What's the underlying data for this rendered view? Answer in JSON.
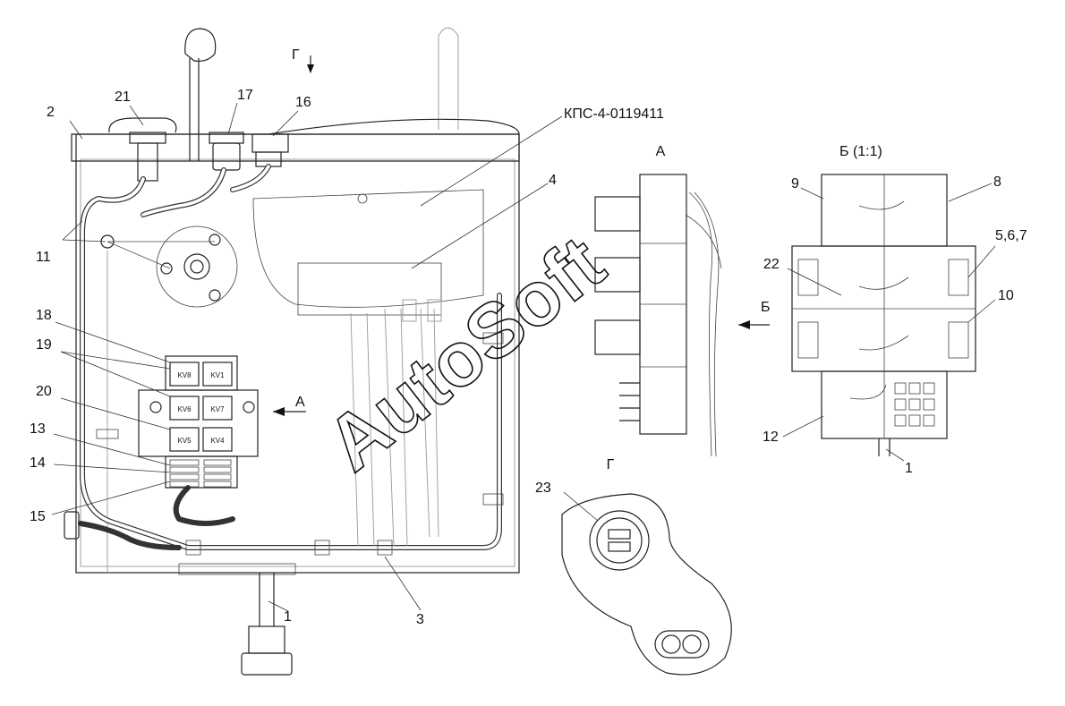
{
  "callouts": {
    "c1": "1",
    "c2": "2",
    "c3": "3",
    "c4": "4",
    "c567": "5,6,7",
    "c8": "8",
    "c9": "9",
    "c10": "10",
    "c11": "11",
    "c12": "12",
    "c13": "13",
    "c14": "14",
    "c15": "15",
    "c16": "16",
    "c17": "17",
    "c18": "18",
    "c19": "19",
    "c20": "20",
    "c21": "21",
    "c22": "22",
    "c23": "23",
    "c1b": "1"
  },
  "part_label": "КПС-4-0119411",
  "views": {
    "A": "А",
    "B": "Б (1:1)",
    "G": "Г",
    "arrow_A": "А",
    "arrow_B": "Б",
    "arrow_G": "Г"
  },
  "relays": {
    "kv8": "KV8",
    "kv1": "KV1",
    "kv6": "KV6",
    "kv7": "KV7",
    "kv5": "KV5",
    "kv4": "KV4"
  },
  "watermark": "AutoSoft"
}
